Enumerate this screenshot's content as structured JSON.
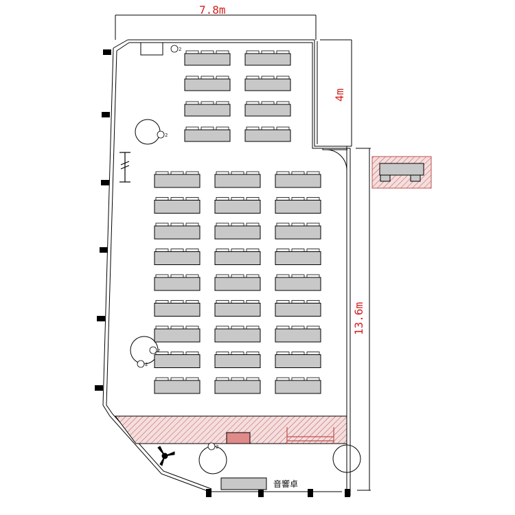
{
  "dimensions": {
    "width_label": "7.8m",
    "upper_depth_label": "4m",
    "main_depth_label": "13.6m"
  },
  "labels": {
    "sound_desk": "音響卓"
  },
  "tags": {
    "pillar_code": "2"
  },
  "tables": {
    "upper_rows": 4,
    "upper_cols": 2,
    "main_rows": 9,
    "main_cols": 3,
    "seats_per_table": 3
  },
  "colors": {
    "wall": "#000000",
    "table_fill": "#c8c8c8",
    "hatch": "#c05050",
    "stage_tint": "#f4dede",
    "dimension_text": "#d42020",
    "podium_fill": "#e08a8a"
  }
}
